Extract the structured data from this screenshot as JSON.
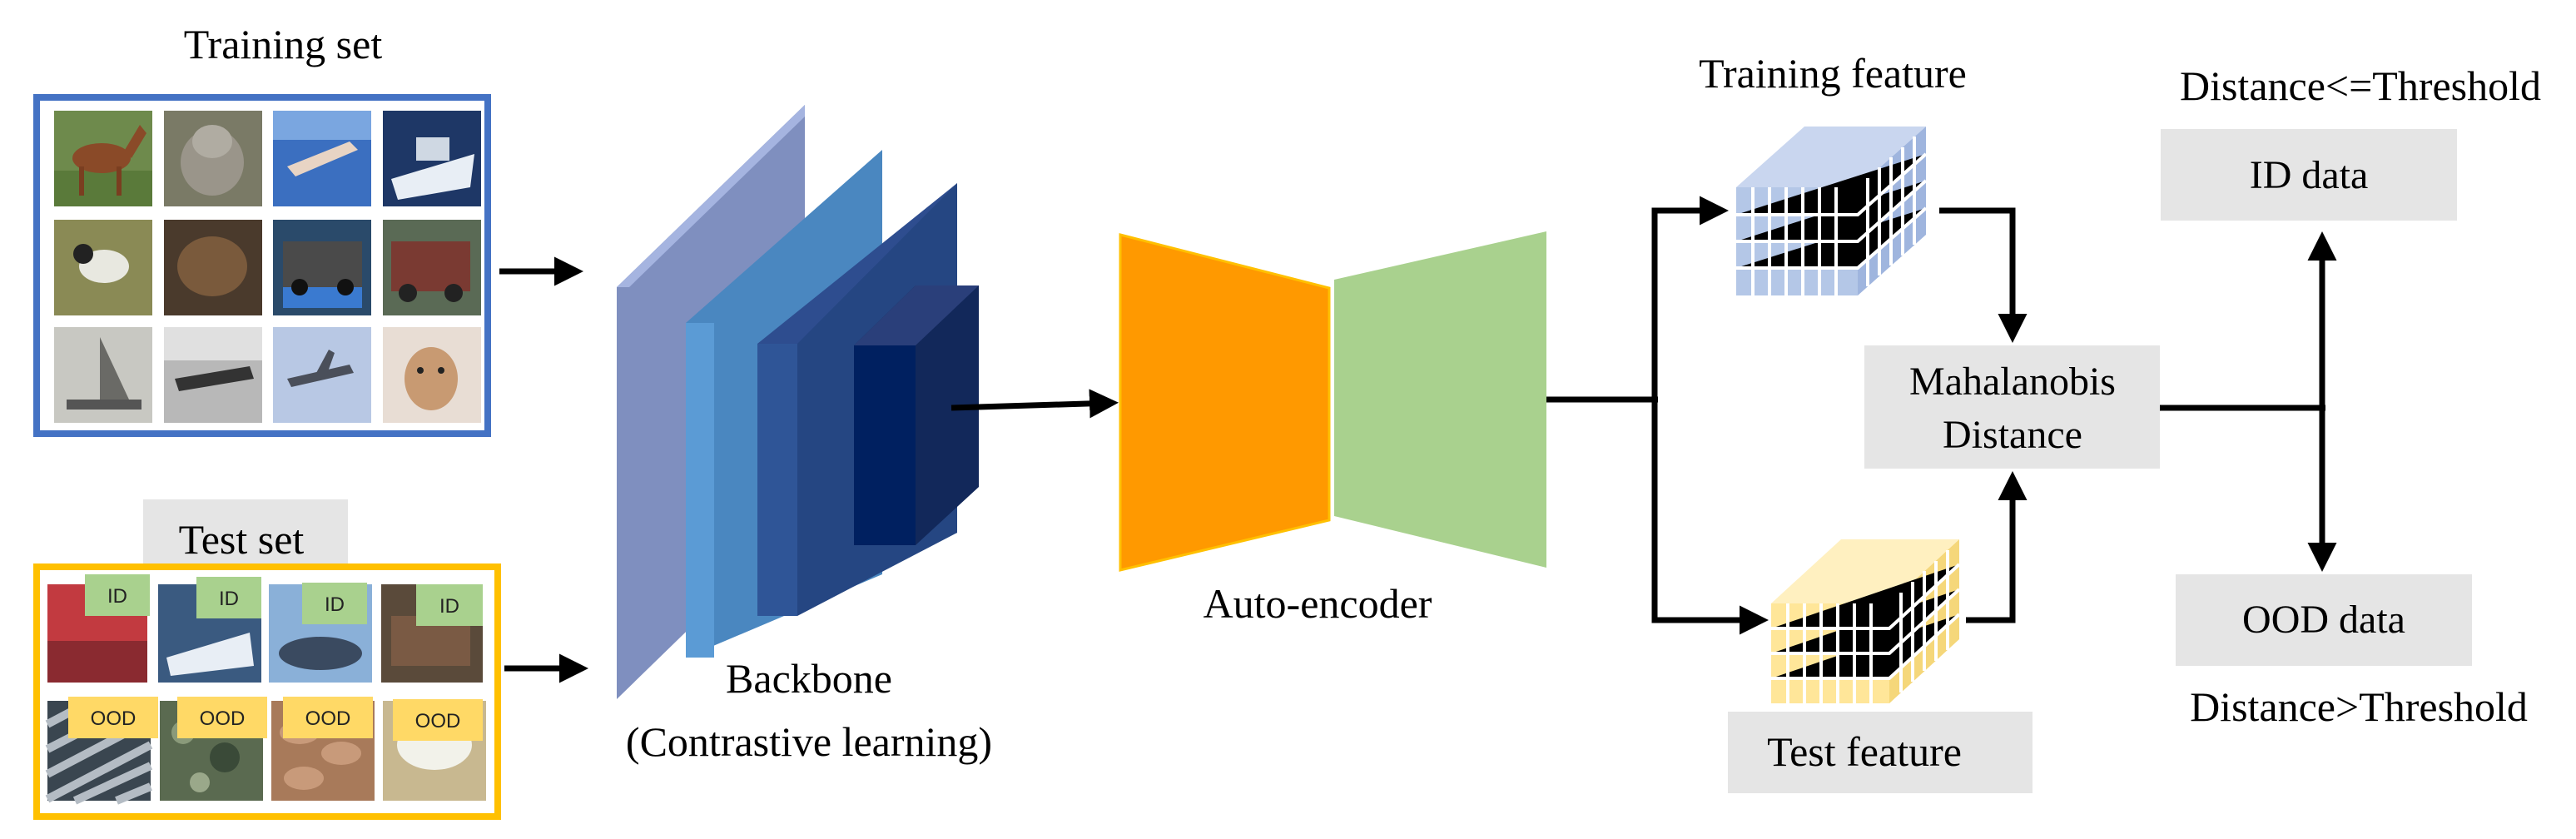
{
  "training_set": {
    "title": "Training set",
    "thumbnails": [
      "horse",
      "cat",
      "swimmer",
      "ship",
      "bird",
      "frog",
      "truck",
      "truck",
      "sailboat",
      "airplane",
      "airplane",
      "dog"
    ]
  },
  "test_set": {
    "title": "Test set",
    "id_tags": [
      "ID",
      "ID",
      "ID",
      "ID"
    ],
    "ood_tags": [
      "OOD",
      "OOD",
      "OOD",
      "OOD"
    ],
    "thumbnails": [
      "car",
      "ship",
      "car",
      "truck",
      "stripes",
      "moss",
      "braids",
      "glass"
    ]
  },
  "backbone": {
    "line1": "Backbone",
    "line2": "(Contrastive learning)"
  },
  "autoencoder": {
    "label": "Auto-encoder"
  },
  "features": {
    "training": "Training feature",
    "test": "Test feature"
  },
  "distance": {
    "line1": "Mahalanobis",
    "line2": "Distance"
  },
  "outputs": {
    "id_label": "ID data",
    "id_condition": "Distance<=Threshold",
    "ood_label": "OOD data",
    "ood_condition": "Distance>Threshold"
  },
  "colors": {
    "training_border": "#4472c4",
    "test_border": "#ffc000",
    "encoder": "#ff9900",
    "decoder": "#a9d18e",
    "training_feature": "#b4c7e7",
    "test_feature": "#ffe699",
    "gray_box": "#e5e5e5",
    "id_tag": "#a9d18e",
    "ood_tag": "#ffd966"
  }
}
